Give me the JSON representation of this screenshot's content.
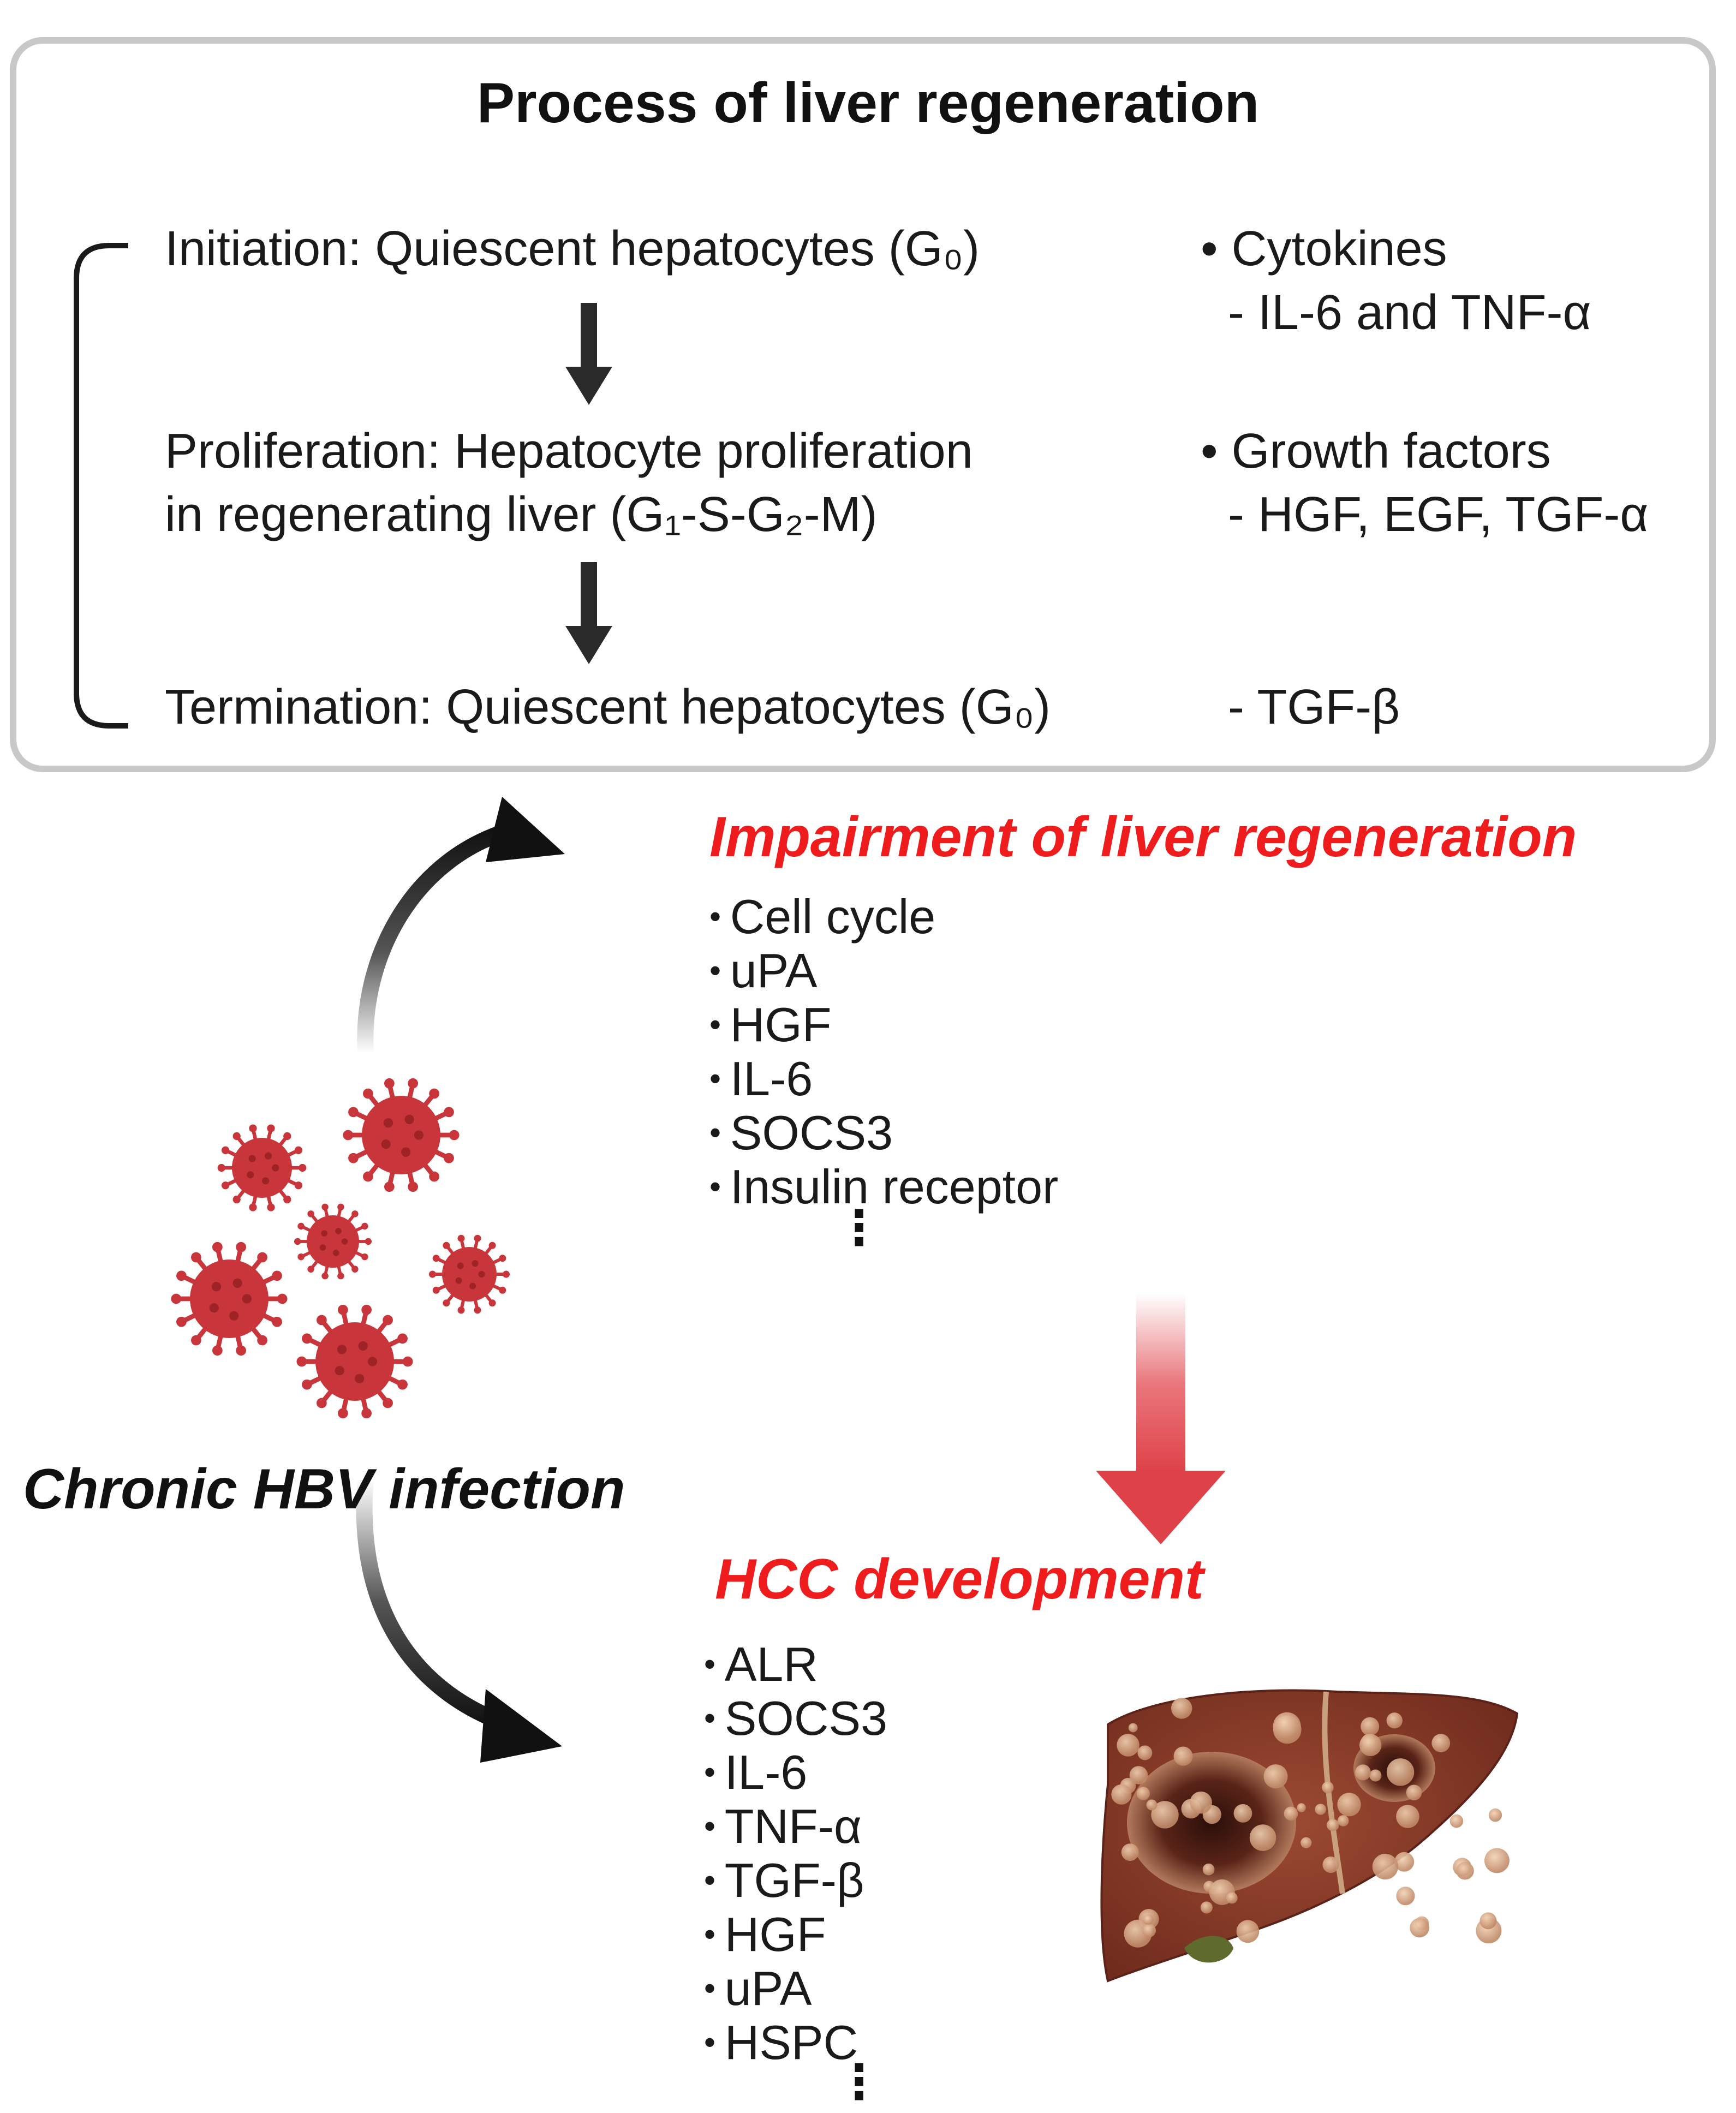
{
  "process": {
    "title": "Process of liver regeneration",
    "initiation": "Initiation: Quiescent hepatocytes (G₀)",
    "proliferation_line1": "Proliferation: Hepatocyte proliferation",
    "proliferation_line2": "in regenerating liver (G₁-S-G₂-M)",
    "termination": "Termination: Quiescent hepatocytes (G₀)",
    "cytokines": "• Cytokines",
    "cytokines_detail": "- IL-6 and TNF-α",
    "growth_factors": "• Growth factors",
    "growth_factors_detail": "- HGF, EGF, TGF-α",
    "termination_factor": "- TGF-β"
  },
  "impairment": {
    "heading": "Impairment of liver regeneration",
    "items": [
      "Cell cycle",
      "uPA",
      "HGF",
      "IL-6",
      "SOCS3",
      "Insulin receptor"
    ],
    "more": "⋮"
  },
  "infection": {
    "label": "Chronic HBV infection"
  },
  "hcc": {
    "heading": "HCC development",
    "items": [
      "ALR",
      "SOCS3",
      "IL-6",
      "TNF-α",
      "TGF-β",
      "HGF",
      "uPA",
      "HSPC"
    ],
    "more": "⋮"
  },
  "colors": {
    "accent_red": "#ee1c1c",
    "virus_red": "#c8353a",
    "box_border": "#c8c8c8",
    "arrow_red": "#e0474e",
    "liver_brown": "#8a3a28"
  }
}
